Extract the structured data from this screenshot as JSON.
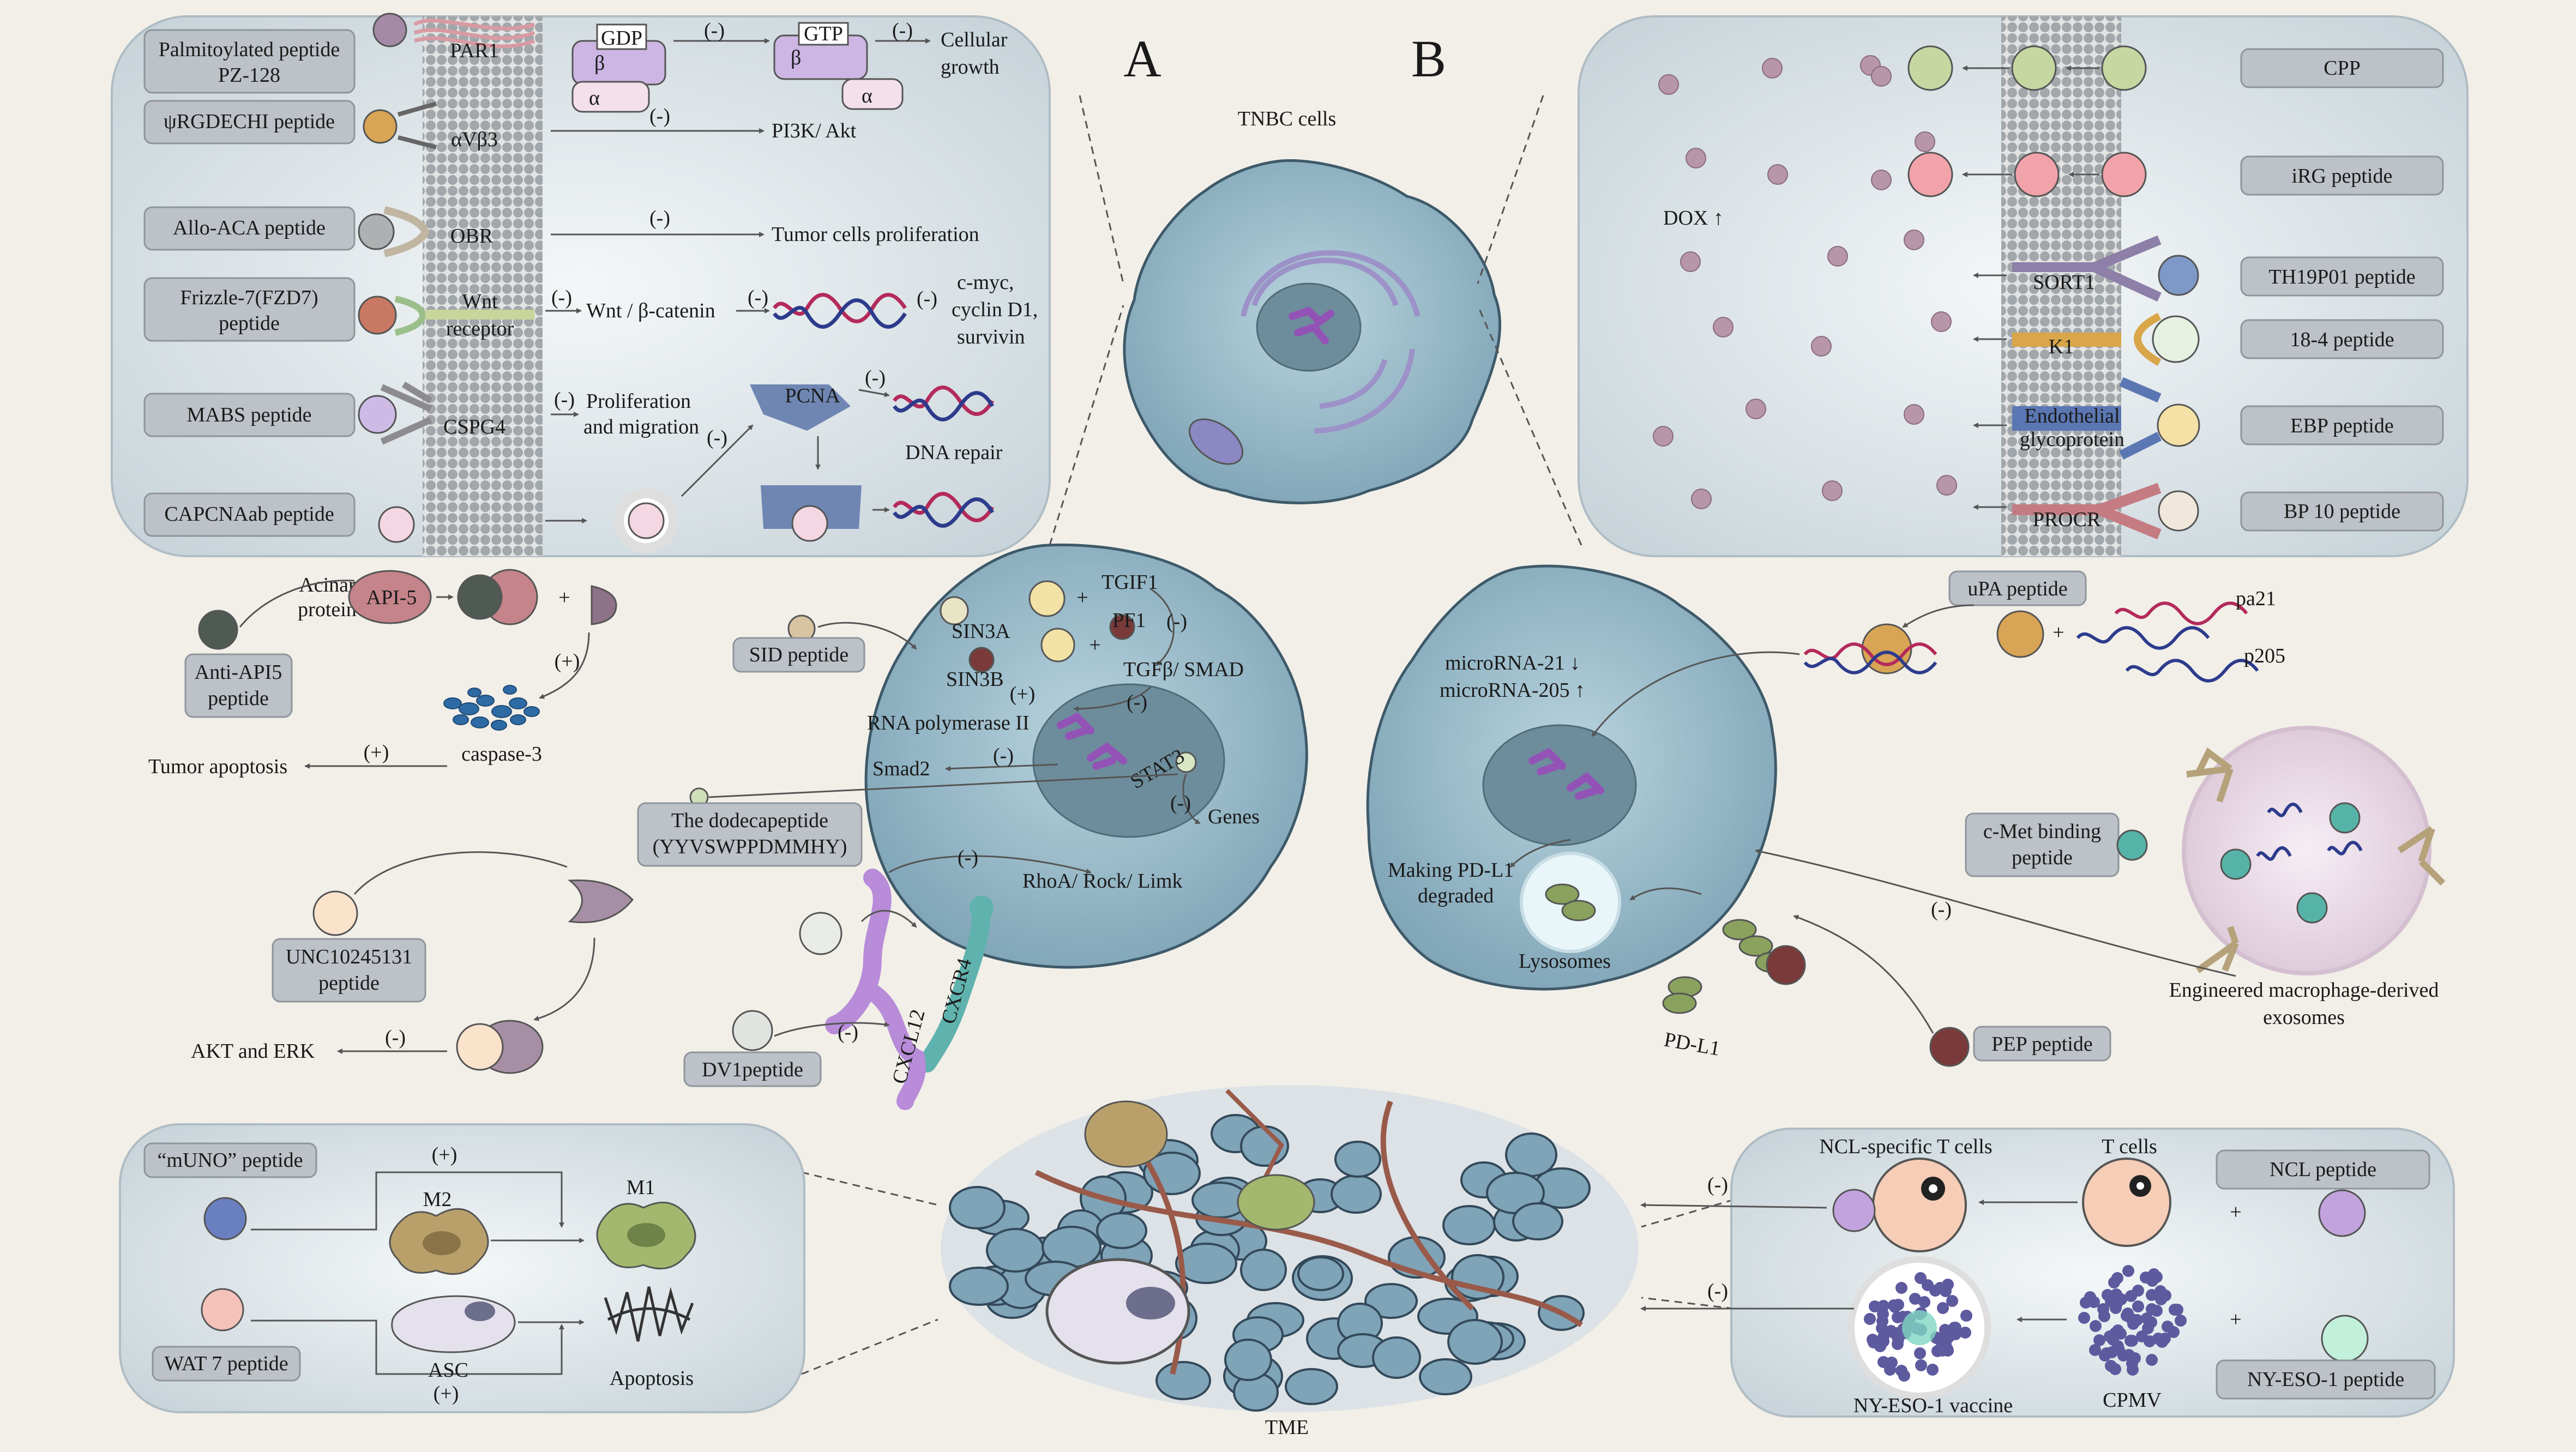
{
  "panels": {
    "a": "A",
    "b": "B"
  },
  "center": {
    "tnbc_cells": "TNBC cells",
    "tme": "TME"
  },
  "panel_a": {
    "palmitoylated_peptide": "Palmitoylated peptide",
    "pz128": "PZ-128",
    "par1": "PAR1",
    "gdp": "GDP",
    "gtp": "GTP",
    "beta": "β",
    "alpha": "α",
    "cellular": "Cellular",
    "growth": "growth",
    "rgdechi_peptide": "ψRGDECHI peptide",
    "integrin": "αVβ3",
    "pi3k": "PI3K/ Akt",
    "allo_aca": "Allo-ACA peptide",
    "obr": "OBR",
    "tumor_prolif": "Tumor cells proliferation",
    "frizzle_1": "Frizzle-7(FZD7)",
    "frizzle_2": "peptide",
    "wnt": "Wnt",
    "receptor": "receptor",
    "wnt_beta": "Wnt / β-catenin",
    "cmyc": "c-myc,",
    "cyclin": "cyclin D1,",
    "survivin": "survivin",
    "mabs": "MABS peptide",
    "cspg4": "CSPG4",
    "prolif": "Proliferation",
    "migration": "and migration",
    "pcna": "PCNA",
    "dna_repair": "DNA repair",
    "capcnaab": "CAPCNAab peptide",
    "neg": "(-)"
  },
  "panel_b": {
    "dox": "DOX ↑",
    "cpp": "CPP",
    "irg": "iRG peptide",
    "sort1": "SORT1",
    "th19p01": "TH19P01 peptide",
    "k1": "K1",
    "p184": "18-4 peptide",
    "endo1": "Endothelial",
    "endo2": "glycoprotein",
    "ebp": "EBP peptide",
    "procr": "PROCR",
    "bp10": "BP 10 peptide"
  },
  "middle_left": {
    "acinar": "Acinar",
    "protein": "protein",
    "api5": "API-5",
    "anti_api5_1": "Anti-API5",
    "anti_api5_2": "peptide",
    "caspase": "caspase-3",
    "tumor_apoptosis": "Tumor apoptosis",
    "unc_1": "UNC10245131",
    "unc_2": "peptide",
    "akt_erk": "AKT and ERK",
    "plus": "+",
    "pos": "(+)",
    "neg": "(-)"
  },
  "cell_left": {
    "sid": "SID peptide",
    "sin3a": "SIN3A",
    "sin3b": "SIN3B",
    "tgif1": "TGIF1",
    "pf1": "PF1",
    "tgfb": "TGFβ/ SMAD",
    "rnapol": "RNA polymerase II",
    "smad2": "Smad2",
    "stat3": "STAT3",
    "genes": "Genes",
    "dodeca_1": "The dodecapeptide",
    "dodeca_2": "(YYVSWPPDMMHY)",
    "rhoa": "RhoA/ Rock/ Limk",
    "cxcl12": "CXCL12",
    "cxcr4": "CXCR4",
    "dv1": "DV1peptide",
    "plus": "+",
    "pos": "(+)",
    "neg": "(-)"
  },
  "cell_right": {
    "upa": "uPA peptide",
    "pa21": "pa21",
    "p205": "p205",
    "mir21": "microRNA-21 ↓",
    "mir205": "microRNA-205 ↑",
    "making": "Making PD-L1",
    "degraded": "degraded",
    "lysosomes": "Lysosomes",
    "pdl1": "PD-L1",
    "pep": "PEP peptide",
    "cmet_1": "c-Met binding",
    "cmet_2": "peptide",
    "exo_1": "Engineered macrophage-derived",
    "exo_2": "exosomes",
    "plus": "+",
    "neg": "(-)"
  },
  "bottom_left": {
    "muno": "“mUNO” peptide",
    "m2": "M2",
    "m1": "M1",
    "wat7": "WAT 7 peptide",
    "asc": "ASC",
    "apoptosis": "Apoptosis",
    "pos": "(+)"
  },
  "bottom_right": {
    "ncl_t": "NCL-specific T cells",
    "t_cells": "T cells",
    "ncl_peptide": "NCL peptide",
    "nyeso_vaccine": "NY-ESO-1 vaccine",
    "cpmv": "CPMV",
    "nyeso_peptide": "NY-ESO-1 peptide",
    "plus": "+",
    "neg": "(-)"
  }
}
